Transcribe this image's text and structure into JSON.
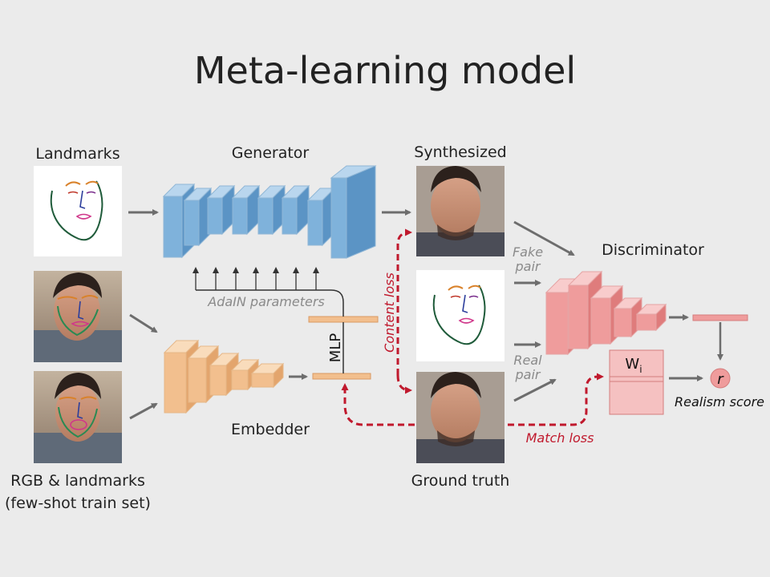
{
  "title": "Meta-learning model",
  "labels": {
    "landmarks": "Landmarks",
    "generator": "Generator",
    "synthesized": "Synthesized",
    "discriminator": "Discriminator",
    "embedder": "Embedder",
    "rgb_landmarks": "RGB & landmarks",
    "few_shot": "(few-shot train set)",
    "ground_truth": "Ground truth",
    "mlp": "MLP",
    "adain": "AdaIN parameters",
    "content_loss": "Content loss",
    "match_loss": "Match loss",
    "fake": "Fake",
    "real": "Real",
    "pair": "pair",
    "w": "W",
    "w_sub": "i",
    "r": "r",
    "realism": "Realism score"
  },
  "colors": {
    "generator": "#7fb2db",
    "embedder": "#f2bf8e",
    "discriminator": "#ef9c9c",
    "loss": "#c0192d",
    "arrow": "#6d6d6d",
    "background": "#ebebeb"
  },
  "icons": {
    "landmark_sketch": "face-landmarks-sketch",
    "photo": "face-photo"
  }
}
